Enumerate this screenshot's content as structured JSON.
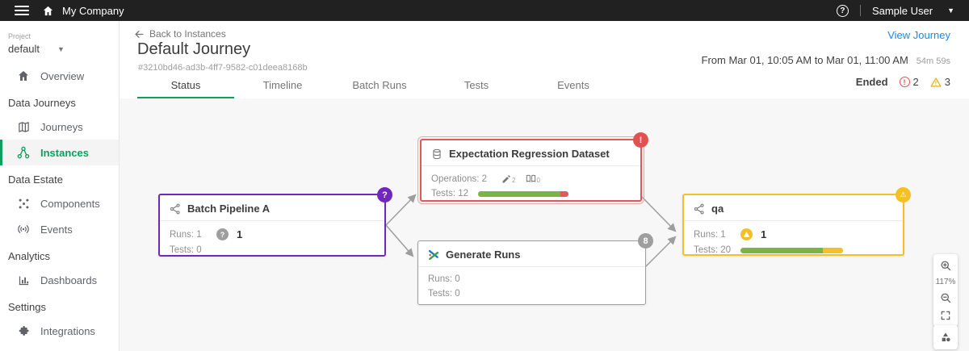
{
  "colors": {
    "topbar_bg": "#212121",
    "accent_green": "#0e9e5d",
    "link_blue": "#1e88e5",
    "node_purple": "#7126bd",
    "node_red": "#dc5a5a",
    "node_gray": "#9e9e9e",
    "node_yellow": "#f5c026",
    "test_pass_green": "#7cb342",
    "test_fail_red": "#e05c5c",
    "test_warn_yellow": "#f5c026",
    "error_red": "#e05252",
    "warning_yellow": "#f0b429"
  },
  "topbar": {
    "company": "My Company",
    "user": "Sample User"
  },
  "sidebar": {
    "project_label": "Project",
    "project_value": "default",
    "entries": [
      {
        "label": "Overview"
      },
      {
        "label": "Data Journeys"
      },
      {
        "label": "Journeys"
      },
      {
        "label": "Instances"
      },
      {
        "label": "Data Estate"
      },
      {
        "label": "Components"
      },
      {
        "label": "Events"
      },
      {
        "label": "Analytics"
      },
      {
        "label": "Dashboards"
      },
      {
        "label": "Settings"
      },
      {
        "label": "Integrations"
      }
    ]
  },
  "header": {
    "back_label": "Back to Instances",
    "title": "Default Journey",
    "instance_id": "#3210bd46-ad3b-4ff7-9582-c01deea8168b",
    "view_journey": "View Journey",
    "time_range": "From Mar 01, 10:05 AM to Mar 01, 11:00 AM",
    "duration": "54m 59s",
    "status_label": "Ended",
    "error_count": "2",
    "warning_count": "3"
  },
  "tabs": [
    {
      "label": "Status"
    },
    {
      "label": "Timeline"
    },
    {
      "label": "Batch Runs"
    },
    {
      "label": "Tests"
    },
    {
      "label": "Events"
    }
  ],
  "canvas": {
    "zoom_level": "117%",
    "nodes": [
      {
        "title": "Batch Pipeline A",
        "badge": "?",
        "runs": "Runs: 1",
        "runs_status": "1",
        "tests": "Tests: 0"
      },
      {
        "title": "Expectation Regression Dataset",
        "badge": "!",
        "operations": "Operations: 2",
        "writes": "2",
        "reads": "0",
        "tests": "Tests: 12",
        "bar": {
          "pass": 91,
          "fail": 9
        }
      },
      {
        "title": "Generate Runs",
        "badge": "8",
        "runs": "Runs: 0",
        "tests": "Tests: 0"
      },
      {
        "title": "qa",
        "badge": "⚠",
        "runs": "Runs: 1",
        "runs_status": "1",
        "tests": "Tests: 20",
        "bar": {
          "pass": 80,
          "warn": 20
        }
      }
    ]
  }
}
